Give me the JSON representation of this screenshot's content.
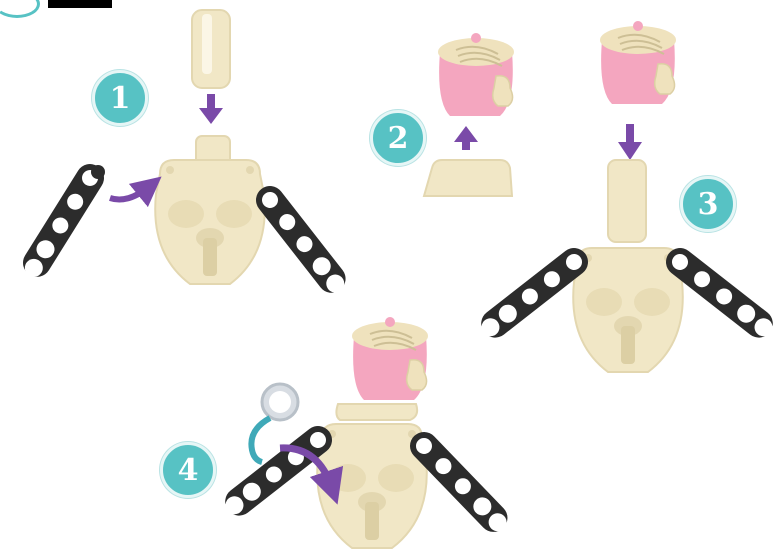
{
  "steps": [
    {
      "number": "1"
    },
    {
      "number": "2"
    },
    {
      "number": "3"
    },
    {
      "number": "4"
    }
  ],
  "colors": {
    "body": "#f1e7c6",
    "body_shade": "#dccfa4",
    "strap": "#2c2c2c",
    "arrow": "#7a4aa8",
    "cap_pink": "#f4a6bf",
    "teal": "#57c2c4",
    "tether": "#3fa9b8",
    "ring": "#d8dde3"
  },
  "icons": [
    "curved-arrow-icon",
    "down-arrow-icon",
    "up-arrow-icon",
    "tether-ring-icon"
  ]
}
